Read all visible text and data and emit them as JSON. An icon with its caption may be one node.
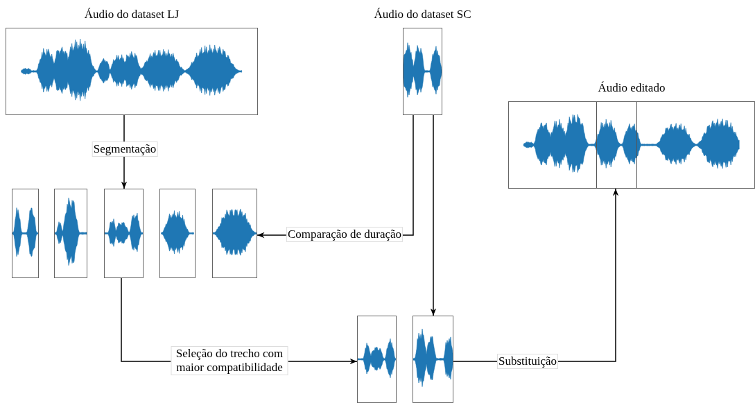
{
  "diagram": {
    "nodes": [
      {
        "text": [
          "Áudio do dataset LJ"
        ]
      },
      {
        "text": [
          "Áudio do dataset SC"
        ]
      },
      {
        "text": [
          "Áudio editado"
        ]
      },
      {
        "text": [],
        "shape": "box"
      },
      {
        "text": [],
        "shape": "box"
      },
      {
        "text": [],
        "shape": "box"
      },
      {
        "text": [],
        "shape": "box"
      },
      {
        "text": [],
        "shape": "box"
      },
      {
        "text": [],
        "shape": "box"
      },
      {
        "text": [],
        "shape": "box"
      }
    ],
    "edges": [
      {
        "from": 0,
        "to": 5,
        "arrow": "to",
        "label": "Segmentação"
      },
      {
        "from": 1,
        "to": 7,
        "arrow": "to",
        "label": "Comparação de duração"
      },
      {
        "from": 1,
        "to": 9,
        "arrow": "to"
      },
      {
        "from": 5,
        "to": 8,
        "arrow": "to",
        "label": "Seleção do trecho com maior compatibilidade"
      },
      {
        "from": 9,
        "to": 2,
        "arrow": "to",
        "label": "Substituição"
      }
    ]
  }
}
